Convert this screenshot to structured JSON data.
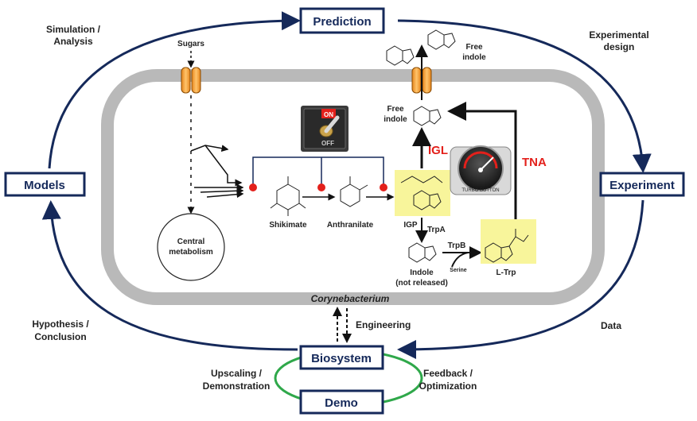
{
  "boxes": {
    "prediction": "Prediction",
    "models": "Models",
    "experiment": "Experiment",
    "biosystem": "Biosystem",
    "demo": "Demo"
  },
  "cycle_labels": {
    "simulation_1": "Simulation /",
    "simulation_2": "Analysis",
    "experimental_1": "Experimental",
    "experimental_2": "design",
    "hypothesis_1": "Hypothesis /",
    "hypothesis_2": "Conclusion",
    "data": "Data",
    "engineering": "Engineering",
    "upscaling_1": "Upscaling /",
    "upscaling_2": "Demonstration",
    "feedback_1": "Feedback /",
    "feedback_2": "Optimization"
  },
  "cell": {
    "organism": "Corynebacterium",
    "sugars": "Sugars",
    "central_1": "Central",
    "central_2": "metabolism",
    "shikimate": "Shikimate",
    "anthranilate": "Anthranilate",
    "igp": "IGP",
    "trpA": "TrpA",
    "indole_1": "Indole",
    "indole_2": "(not released)",
    "trpB": "TrpB",
    "serine": "Serine",
    "ltrp": "L-Trp",
    "free_indole_in_1": "Free",
    "free_indole_in_2": "indole",
    "free_indole_out_1": "Free",
    "free_indole_out_2": "indole",
    "igl": "IGL",
    "tna": "TNA",
    "switch_on": "ON",
    "switch_off": "OFF",
    "turbo": "TURBO BUTTON"
  },
  "colors": {
    "navy": "#15295a",
    "membrane": "#b9b9b9",
    "enzyme_red": "#e3201b",
    "highlight": "#f8f59b",
    "demo_loop": "#2fa84a",
    "channel": "#f59a1c"
  }
}
